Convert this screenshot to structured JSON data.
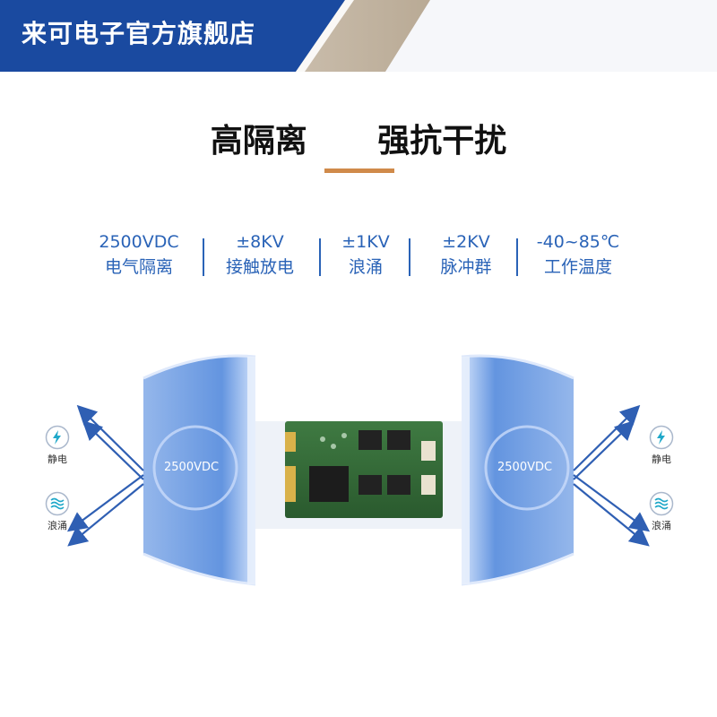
{
  "banner": {
    "store_name": "来可电子官方旗舰店"
  },
  "headline": {
    "left": "高隔离",
    "right": "强抗干扰"
  },
  "specs": [
    {
      "value": "2500VDC",
      "label": "电气隔离"
    },
    {
      "value": "±8KV",
      "label": "接触放电"
    },
    {
      "value": "±1KV",
      "label": "浪涌"
    },
    {
      "value": "±2KV",
      "label": "脉冲群"
    },
    {
      "value": "-40~85℃",
      "label": "工作温度"
    }
  ],
  "shields": {
    "left_label": "2500VDC",
    "right_label": "2500VDC"
  },
  "icons": {
    "static_label": "静电",
    "surge_label": "浪涌"
  },
  "colors": {
    "banner": "#1a4aa0",
    "accent": "#d08a4a",
    "spec_text": "#2a63b7"
  }
}
